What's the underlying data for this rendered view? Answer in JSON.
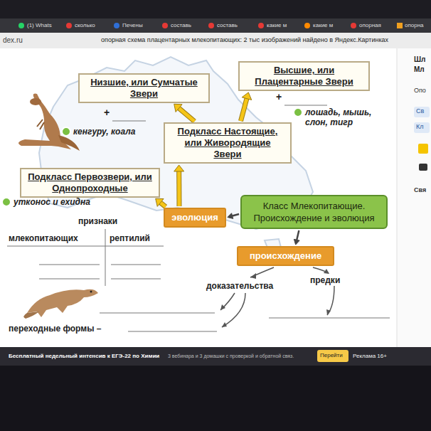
{
  "diagram": {
    "nodes": [
      {
        "text": [
          "Низшие, или Сумчатые Звери"
        ]
      },
      {
        "text": [
          "Высшие, или Плацентарные Звери"
        ]
      },
      {
        "text": [
          "Подкласс Настоящие, или Живородящие Звери"
        ]
      },
      {
        "text": [
          "Подкласс Первозвери, или Однопроходные"
        ]
      },
      {
        "text": [
          "Класс Млекопитающие. Происхождение и эволюция"
        ]
      },
      {
        "text": [
          "эволюция"
        ]
      },
      {
        "text": [
          "происхождение"
        ]
      }
    ],
    "edges": [
      {
        "from": 2,
        "to": 0,
        "arrow": "to"
      },
      {
        "from": 2,
        "to": 1,
        "arrow": "to"
      },
      {
        "from": 5,
        "to": 3,
        "arrow": "to"
      },
      {
        "from": 5,
        "to": 2,
        "arrow": "to"
      },
      {
        "from": 4,
        "to": 5,
        "arrow": "to"
      },
      {
        "from": 4,
        "to": 6,
        "arrow": "to"
      }
    ],
    "labels": [
      "(1) Whats",
      "сколько",
      "Печены",
      "составь",
      "составь",
      "какие м",
      "какие м",
      "опорная",
      "опорна",
      "dex.ru",
      "опорная схема плацентарных млекопитающих: 2 тыс изображений найдено в Яндекс.Картинках",
      "+",
      "+",
      "кенгуру, коала",
      "лошадь, мышь, слон, тигр",
      "утконос и ехидна",
      "признаки",
      "млекопитающих",
      "рептилий",
      "доказательства",
      "предки",
      "переходные формы –",
      "Шл",
      "Мл",
      "Опо",
      "Св",
      "Кл",
      "Свя",
      "Бесплатный недельный интенсив к ЕГЭ-22 по Химии",
      "3 вебинара и 3 домашки с проверкой и обратной связ.",
      "Перейти",
      "Реклама 16+"
    ]
  }
}
